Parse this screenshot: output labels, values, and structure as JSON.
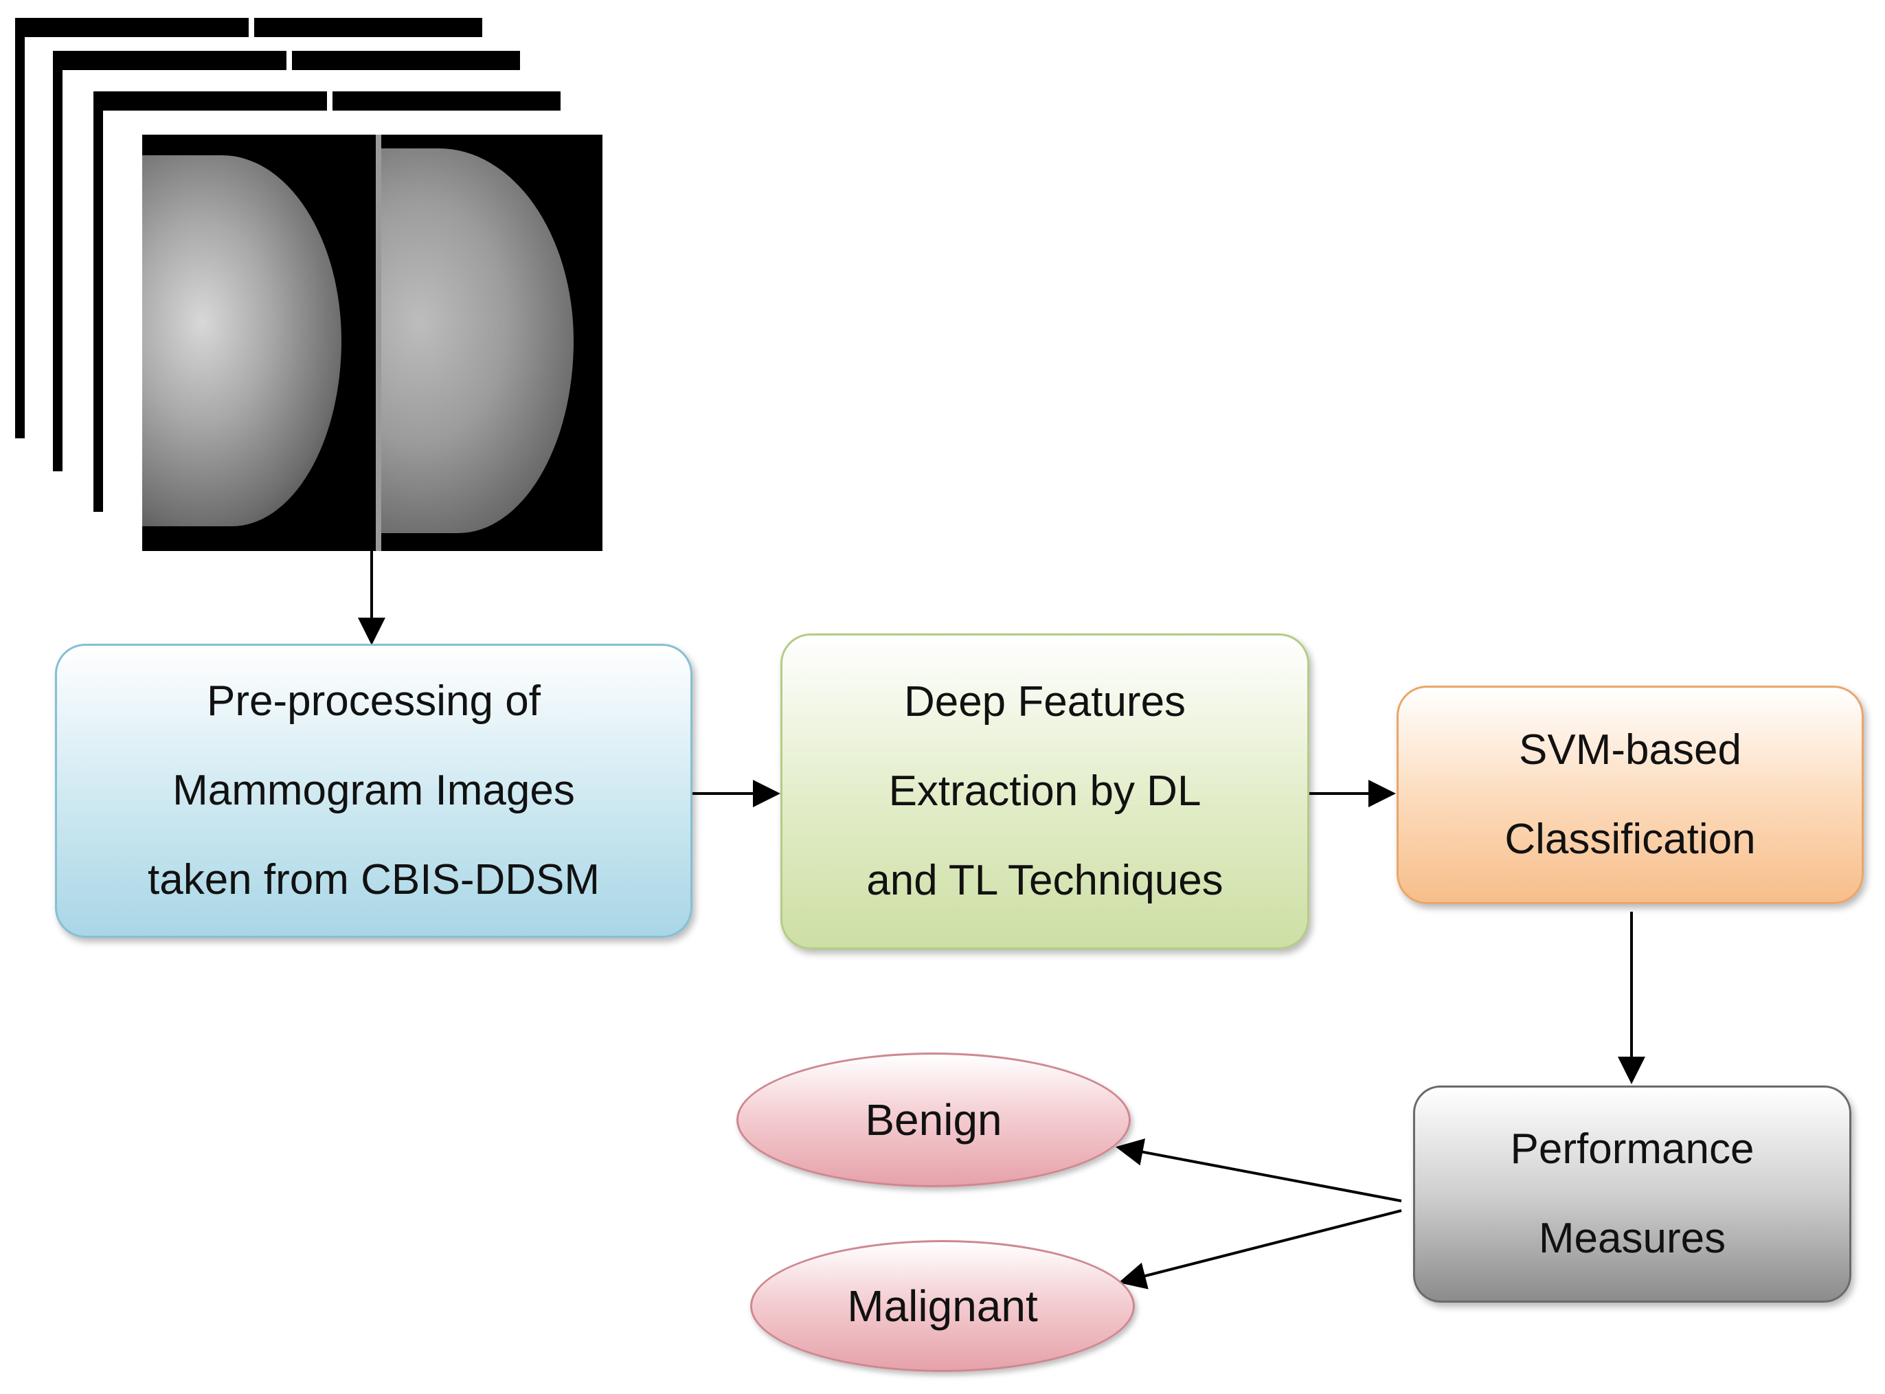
{
  "diagram": {
    "preprocess": {
      "lines": [
        "Pre-processing of",
        "Mammogram Images",
        "taken from CBIS-DDSM"
      ]
    },
    "deep": {
      "lines": [
        "Deep Features",
        "Extraction by DL",
        "and TL Techniques"
      ]
    },
    "svm": {
      "lines": [
        "SVM-based",
        "Classification"
      ]
    },
    "performance": {
      "lines": [
        "Performance",
        "Measures"
      ]
    },
    "benign": "Benign",
    "malignant": "Malignant"
  }
}
